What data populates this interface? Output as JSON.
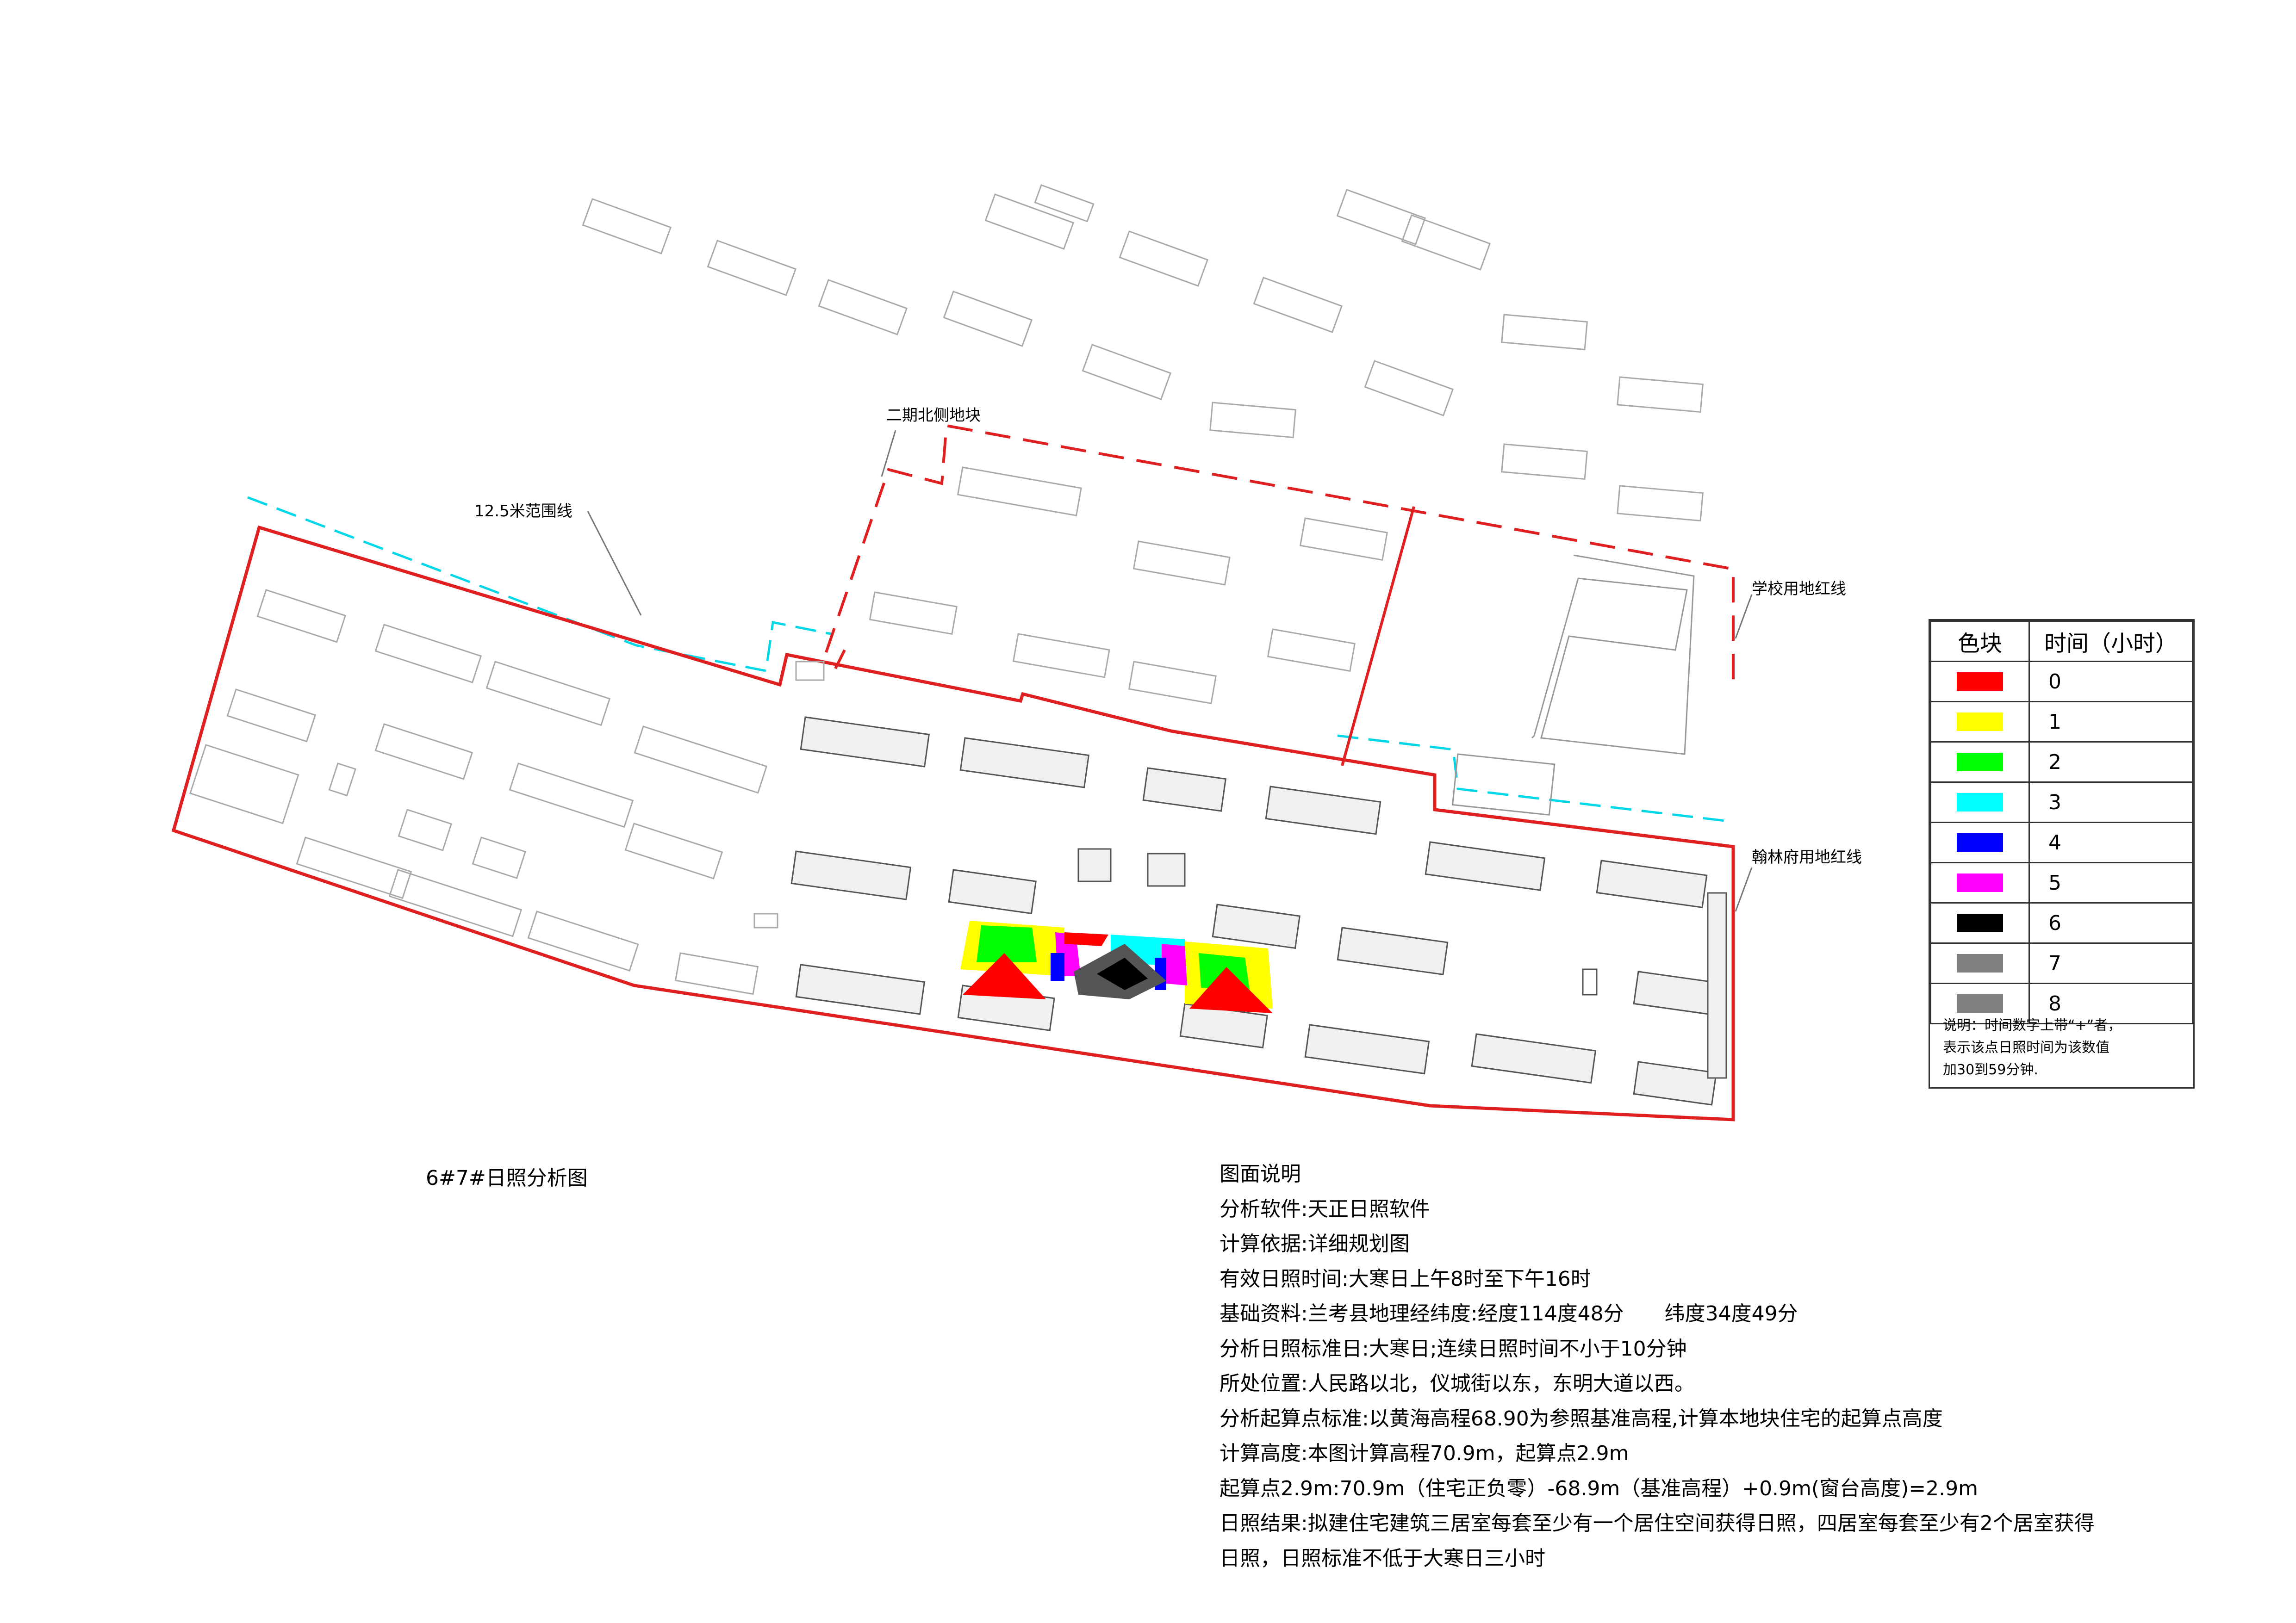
{
  "labels": {
    "phase2_north": "二期北侧地块",
    "range_line": "12.5米范围线",
    "school_line": "学校用地红线",
    "hanlin_line": "翰林府用地红线"
  },
  "legend": {
    "header_color": "色块",
    "header_time": "时间（小时）",
    "rows": [
      {
        "color": "#ff0000",
        "value": "0"
      },
      {
        "color": "#ffff00",
        "value": "1"
      },
      {
        "color": "#00ff00",
        "value": "2"
      },
      {
        "color": "#00ffff",
        "value": "3"
      },
      {
        "color": "#0000ff",
        "value": "4"
      },
      {
        "color": "#ff00ff",
        "value": "5"
      },
      {
        "color": "#000000",
        "value": "6"
      },
      {
        "color": "#808080",
        "value": "7"
      },
      {
        "color": "#808080",
        "value": "8"
      }
    ],
    "note": [
      "说明：时间数字上带“+”者，",
      "表示该点日照时间为该数值",
      "加30到59分钟."
    ]
  },
  "figure_title": "6#7#日照分析图",
  "description": [
    "图面说明",
    "分析软件:天正日照软件",
    "计算依据:详细规划图",
    "有效日照时间:大寒日上午8时至下午16时",
    "基础资料:兰考县地理经纬度:经度114度48分　　纬度34度49分",
    "分析日照标准日:大寒日;连续日照时间不小于10分钟",
    "所处位置:人民路以北，仪城街以东，东明大道以西。",
    "分析起算点标准:以黄海高程68.90为参照基准高程,计算本地块住宅的起算点高度",
    "计算高度:本图计算高程70.9m，起算点2.9m",
    "起算点2.9m:70.9m（住宅正负零）-68.9m（基准高程）+0.9m(窗台高度)=2.9m",
    "日照结果:拟建住宅建筑三居室每套至少有一个居住空间获得日照，四居室每套至少有2个居室获得",
    "日照，日照标准不低于大寒日三小时"
  ]
}
